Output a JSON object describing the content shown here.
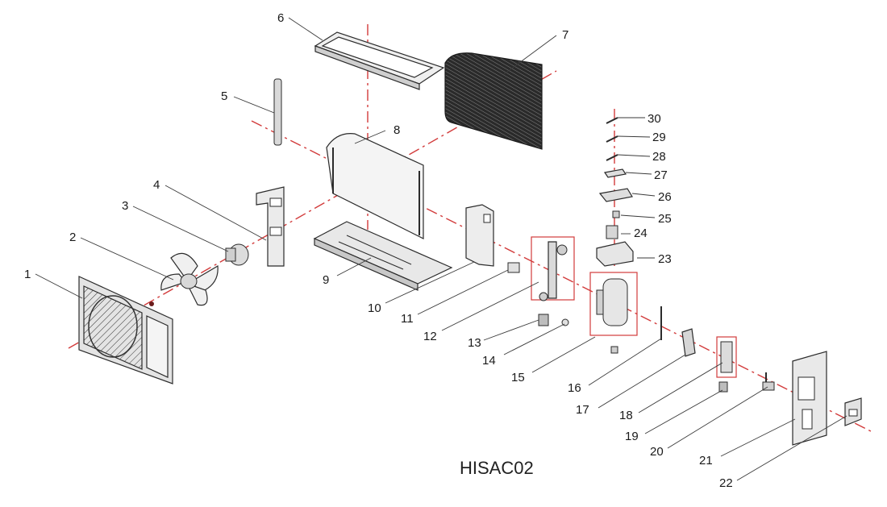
{
  "model": "HISAC02",
  "colors": {
    "axis": "#d23b3b",
    "line": "#2b2b2b",
    "fill": "#e4e4e4",
    "coil": "#1c1c1c"
  },
  "callouts": [
    "1",
    "2",
    "3",
    "4",
    "5",
    "6",
    "7",
    "8",
    "9",
    "10",
    "11",
    "12",
    "13",
    "14",
    "15",
    "16",
    "17",
    "18",
    "19",
    "20",
    "21",
    "22",
    "23",
    "24",
    "25",
    "26",
    "27",
    "28",
    "29",
    "30"
  ]
}
